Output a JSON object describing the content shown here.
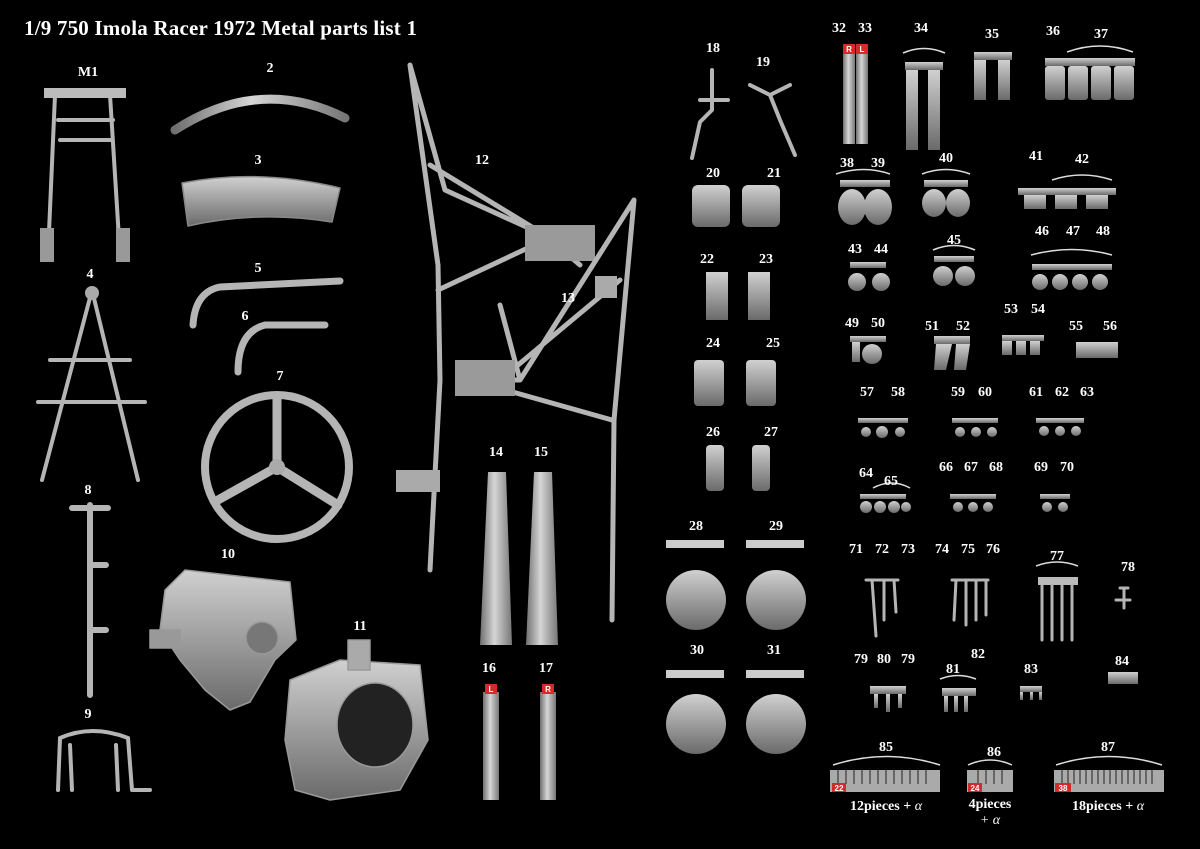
{
  "title": "1/9  750 Imola Racer 1972  Metal parts list 1",
  "colors": {
    "background": "#000000",
    "metal": "#b9b9b9",
    "metal_dark": "#7d7d7d",
    "marker": "#d42a2a",
    "text": "#ffffff"
  },
  "labels": [
    "M1",
    "2",
    "3",
    "4",
    "5",
    "6",
    "7",
    "8",
    "9",
    "10",
    "11",
    "12",
    "13",
    "14",
    "15",
    "16",
    "17",
    "18",
    "19",
    "20",
    "21",
    "22",
    "23",
    "24",
    "25",
    "26",
    "27",
    "28",
    "29",
    "30",
    "31",
    "32",
    "33",
    "34",
    "35",
    "36",
    "37",
    "38",
    "39",
    "40",
    "41",
    "42",
    "43",
    "44",
    "45",
    "46",
    "47",
    "48",
    "49",
    "50",
    "51",
    "52",
    "53",
    "54",
    "55",
    "56",
    "57",
    "58",
    "59",
    "60",
    "61",
    "62",
    "63",
    "64",
    "65",
    "66",
    "67",
    "68",
    "69",
    "70",
    "71",
    "72",
    "73",
    "74",
    "75",
    "76",
    "77",
    "78",
    "79",
    "80",
    "79",
    "81",
    "82",
    "83",
    "84",
    "85",
    "86",
    "87"
  ],
  "quantities": [
    {
      "count": "12pieces +",
      "alpha": "α"
    },
    {
      "count": "4pieces",
      "alpha": "+ α"
    },
    {
      "count": "18pieces +",
      "alpha": "α"
    }
  ],
  "markings": {
    "part16": "L",
    "part17": "R",
    "part32": "R",
    "part33": "L",
    "part85": "22",
    "part86": "24",
    "part87": "38"
  }
}
